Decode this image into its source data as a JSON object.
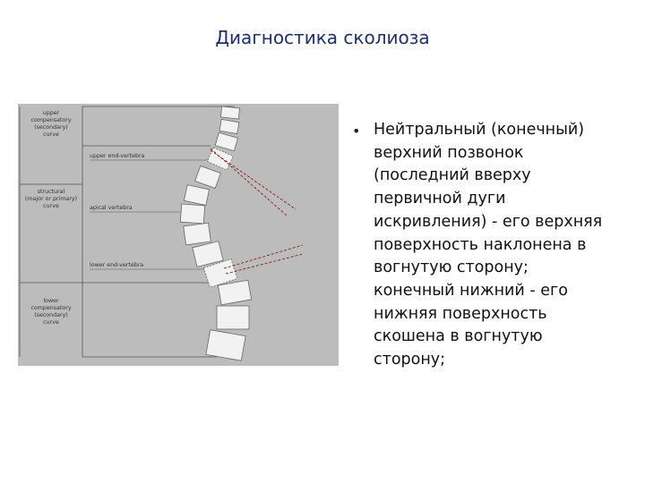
{
  "slide": {
    "title": "Диагностика сколиоза",
    "bullet_text": "Нейтральный (конечный)\nверхний позвонок\n(последний вверху\nпервичной дуги\nискривления) - его верхняя\nповерхность наклонена в\nвогнутую сторону;\nконечный нижний - его\nнижняя поверхность\nскошена в вогнутую\nсторону;"
  },
  "figure": {
    "region_labels": {
      "upper_1": "upper",
      "upper_2": "compensatory",
      "upper_3": "(secondary)",
      "upper_4": "curve",
      "structural_1": "structural",
      "structural_2": "(major or primary)",
      "structural_3": "curve",
      "lower_1": "lower",
      "lower_2": "compensatory",
      "lower_3": "(secondary)",
      "lower_4": "curve"
    },
    "vertebra_labels": {
      "upper_end": "upper end-vertebra",
      "apical": "apical vertebra",
      "lower_end": "lower end-vertebra"
    },
    "colors": {
      "background": "#bcbcbc",
      "vertebra": "#f2f2f2",
      "line": "#555555",
      "angle_line": "#8b1a1a"
    }
  }
}
